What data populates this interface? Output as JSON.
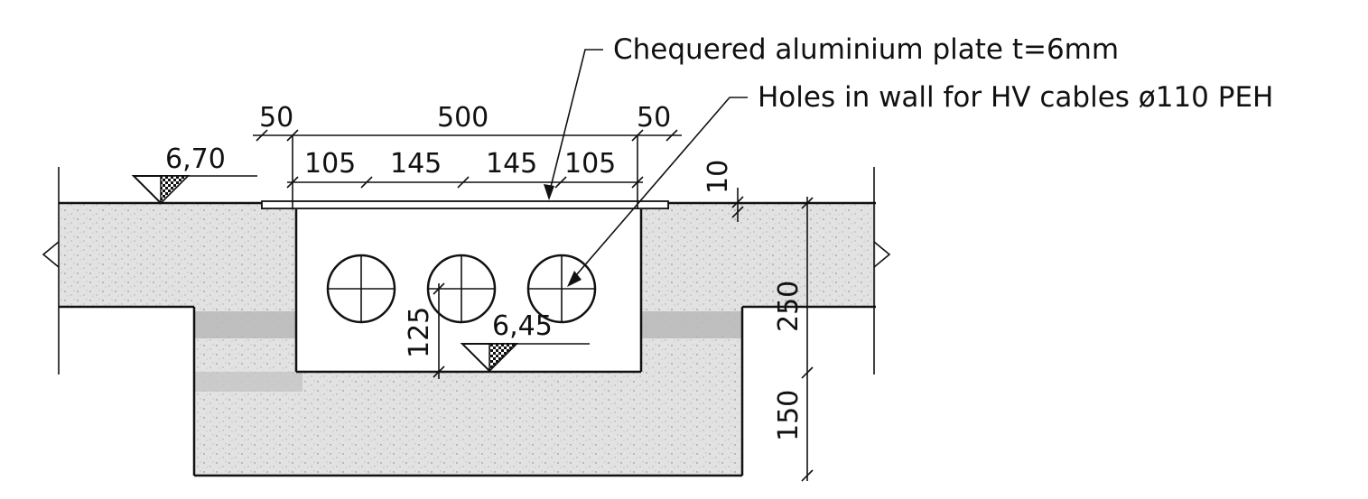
{
  "annotations": {
    "plate": "Chequered aluminium plate t=6mm",
    "holes": "Holes in wall for HV cables ø110 PEH"
  },
  "dimensions": {
    "top_left": "50",
    "top_mid": "500",
    "top_right": "50",
    "sub_1": "105",
    "sub_2": "145",
    "sub_3": "145",
    "sub_4": "105",
    "plate_gap": "10",
    "slab_height": "250",
    "hole_height": "125",
    "base_thickness": "150"
  },
  "levels": {
    "top": "6,70",
    "bottom": "6,45"
  },
  "colors": {
    "line": "#111111",
    "concrete": "#d4d4d4",
    "band": "#b0b0b0"
  }
}
